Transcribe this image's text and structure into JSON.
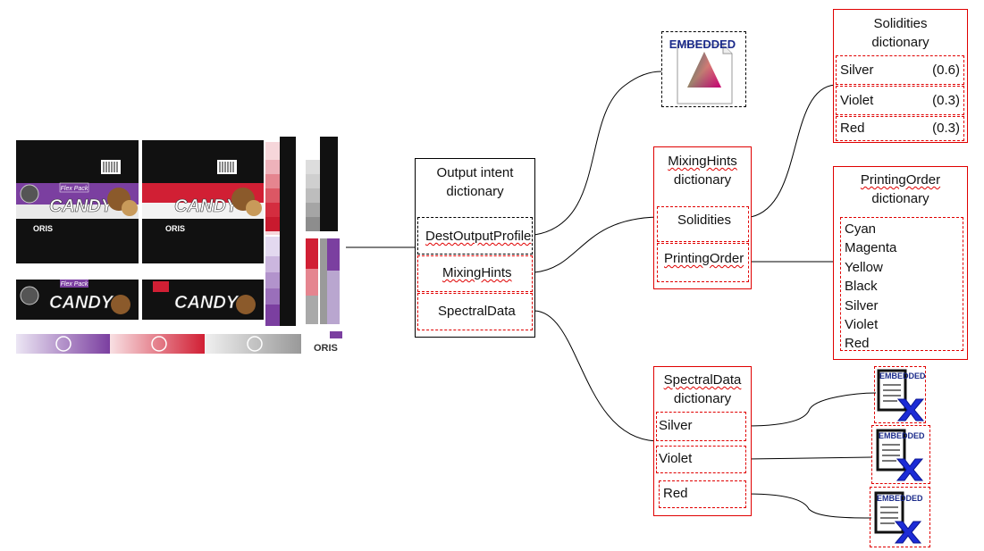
{
  "image_panel": {
    "candy_text": "CANDY",
    "flex_pack_text": "Flex Pack",
    "brand_text": "ORIS",
    "colors": {
      "black": "#111111",
      "purple": "#7b3fa0",
      "red": "#d11f34",
      "gray": "#9a9a9a",
      "hazelnut": "#8b5a2b"
    }
  },
  "output_intent": {
    "title_line1": "Output intent",
    "title_line2": "dictionary",
    "items": [
      "DestOutputProfile",
      "MixingHints",
      "SpectralData"
    ]
  },
  "embedded_profile": {
    "label": "EMBEDDED",
    "icon": "color-triangle-icon"
  },
  "mixing_hints": {
    "title_line1": "MixingHints",
    "title_line2": "dictionary",
    "items": [
      "Solidities",
      "PrintingOrder"
    ]
  },
  "solidities": {
    "title_line1": "Solidities",
    "title_line2": "dictionary",
    "rows": [
      {
        "name": "Silver",
        "value": "(0.6)"
      },
      {
        "name": "Violet",
        "value": "(0.3)"
      },
      {
        "name": "Red",
        "value": "(0.3)"
      }
    ]
  },
  "printing_order": {
    "title_line1": "PrintingOrder",
    "title_line2": "dictionary",
    "inks": [
      "Cyan",
      "Magenta",
      "Yellow",
      "Black",
      "Silver",
      "Violet",
      "Red"
    ]
  },
  "spectral_data": {
    "title_line1": "SpectralData",
    "title_line2": "dictionary",
    "items": [
      "Silver",
      "Violet",
      "Red"
    ]
  },
  "embedded_files": {
    "label": "EMBEDDED",
    "icon": "embedded-file-icon"
  }
}
